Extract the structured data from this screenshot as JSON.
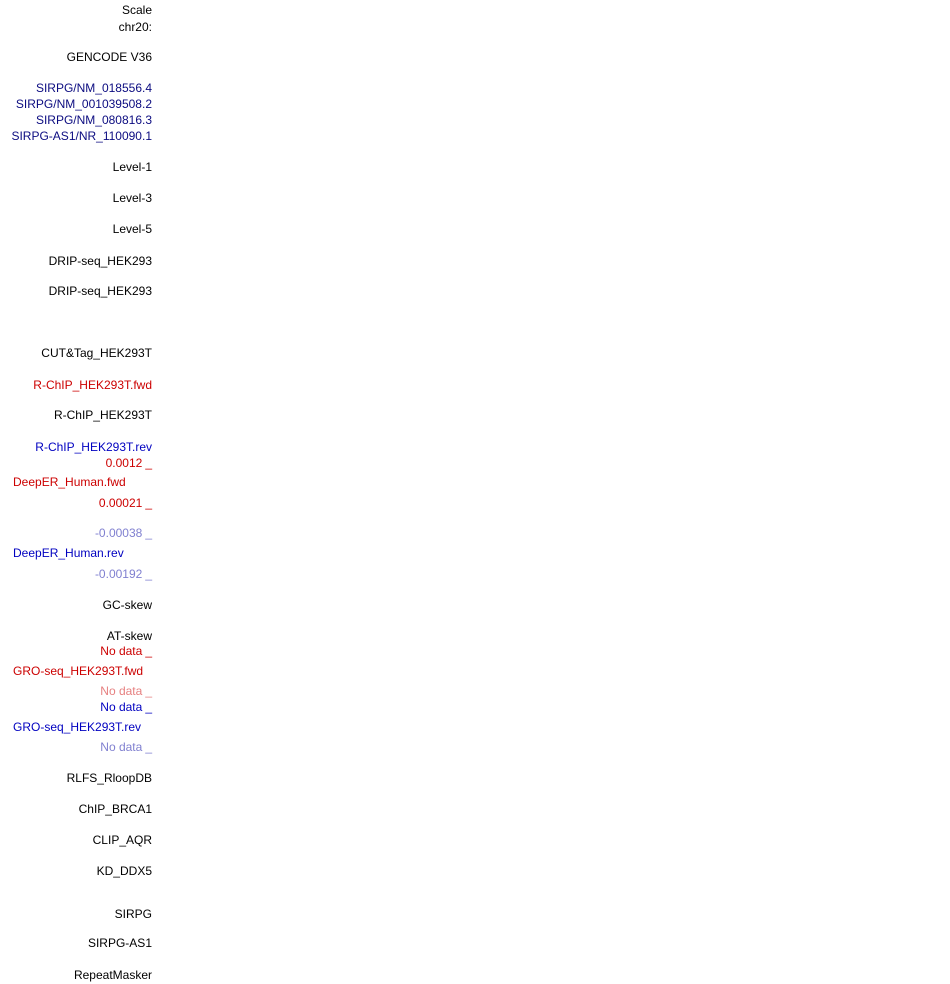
{
  "browser": {
    "scale_label": "Scale",
    "chrom_label": "chr20:"
  },
  "tracks": {
    "gencode": "GENCODE V36",
    "transcripts": [
      "SIRPG/NM_018556.4",
      "SIRPG/NM_001039508.2",
      "SIRPG/NM_080816.3",
      "SIRPG-AS1/NR_110090.1"
    ],
    "levels": [
      "Level-1",
      "Level-3",
      "Level-5"
    ],
    "drip_1": "DRIP-seq_HEK293",
    "drip_2": "DRIP-seq_HEK293",
    "cuttag": "CUT&Tag_HEK293T",
    "rchip_fwd": "R-ChIP_HEK293T.fwd",
    "rchip": "R-ChIP_HEK293T",
    "rchip_rev": "R-ChIP_HEK293T.rev",
    "deeper_fwd": {
      "max": "0.0012",
      "name": "DeepER_Human.fwd",
      "min": "0.00021"
    },
    "deeper_rev": {
      "max": "-0.00038",
      "name": "DeepER_Human.rev",
      "min": "-0.00192"
    },
    "gc_skew": "GC-skew",
    "at_skew": "AT-skew",
    "gro_fwd": {
      "top": "No data",
      "name": "GRO-seq_HEK293T.fwd",
      "bottom": "No data"
    },
    "gro_rev": {
      "top": "No data",
      "name": "GRO-seq_HEK293T.rev",
      "bottom": "No data"
    },
    "rlfs": "RLFS_RloopDB",
    "chip_brca1": "ChIP_BRCA1",
    "clip_aqr": "CLIP_AQR",
    "kd_ddx5": "KD_DDX5",
    "gene_1": "SIRPG",
    "gene_2": "SIRPG-AS1",
    "repeatmasker": "RepeatMasker"
  },
  "colors": {
    "black": "#000000",
    "navy": "#0b0b80",
    "red": "#cc0000",
    "blue": "#0000c0",
    "light_blue": "#8080d0",
    "pink": "#e68080"
  }
}
